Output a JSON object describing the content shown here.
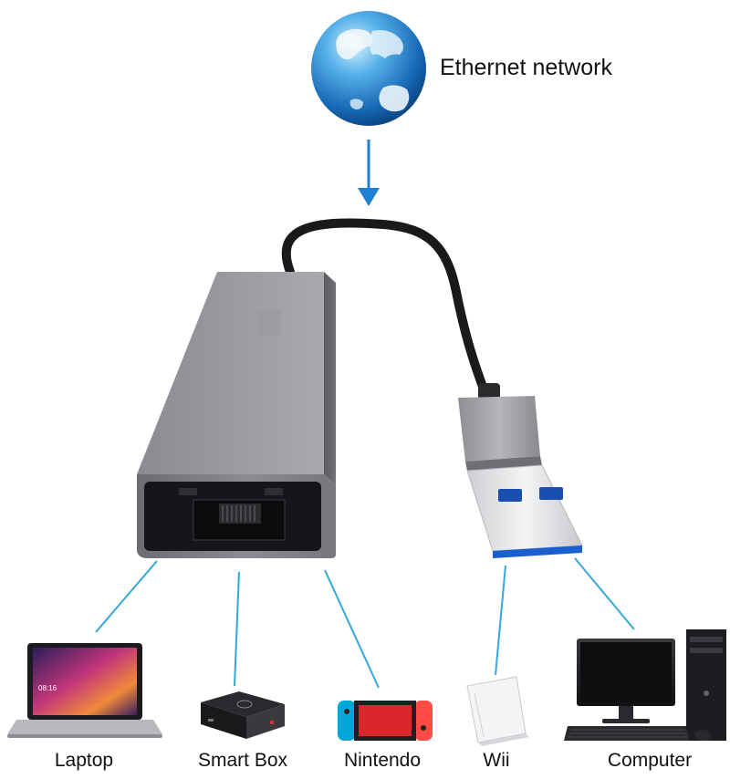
{
  "header": {
    "network_label": "Ethernet network"
  },
  "devices": [
    {
      "name": "laptop",
      "label": "Laptop"
    },
    {
      "name": "smart-box",
      "label": "Smart Box"
    },
    {
      "name": "nintendo",
      "label": "Nintendo"
    },
    {
      "name": "wii",
      "label": "Wii"
    },
    {
      "name": "computer",
      "label": "Computer"
    }
  ],
  "laptop_screen": {
    "time": "08:16"
  },
  "colors": {
    "globe_ocean": "#2a8fd6",
    "arrow": "#1f7fd0",
    "connector_lines": "#35a7da",
    "adapter_body": "#7d7d82",
    "usb_insert": "#1a5fd0"
  }
}
